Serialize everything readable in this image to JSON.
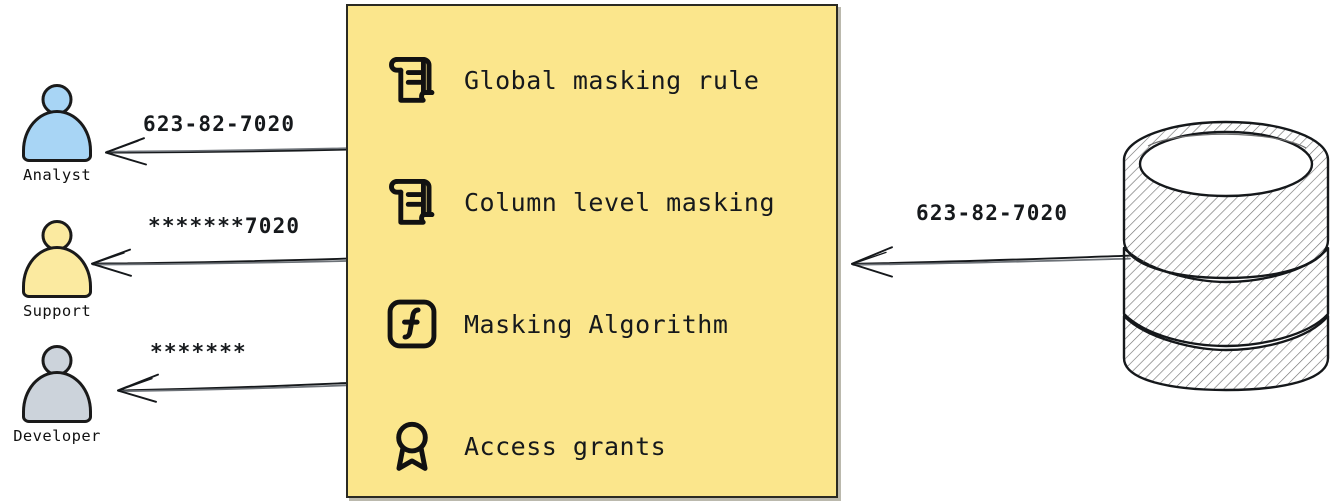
{
  "diagram": {
    "type": "data-masking-flow",
    "background": "#ffffff",
    "panel": {
      "fill": "#fbe68c",
      "stroke": "#2a2a22",
      "items": [
        {
          "icon": "scroll-icon",
          "label": "Global masking rule"
        },
        {
          "icon": "scroll-icon",
          "label": "Column level masking"
        },
        {
          "icon": "function-icon",
          "label": "Masking Algorithm"
        },
        {
          "icon": "award-icon",
          "label": "Access grants"
        }
      ]
    },
    "actors": [
      {
        "name": "Analyst",
        "color": "#a8d5f5",
        "icon": "person-icon",
        "arrow_label": "623-82-7020"
      },
      {
        "name": "Support",
        "color": "#fbeaa0",
        "icon": "person-icon",
        "arrow_label": "*******7020"
      },
      {
        "name": "Developer",
        "color": "#ccd3db",
        "icon": "person-icon",
        "arrow_label": "*******"
      }
    ],
    "source": {
      "name": "database",
      "icon": "database-cylinder-icon",
      "arrow_label": "623-82-7020"
    }
  }
}
